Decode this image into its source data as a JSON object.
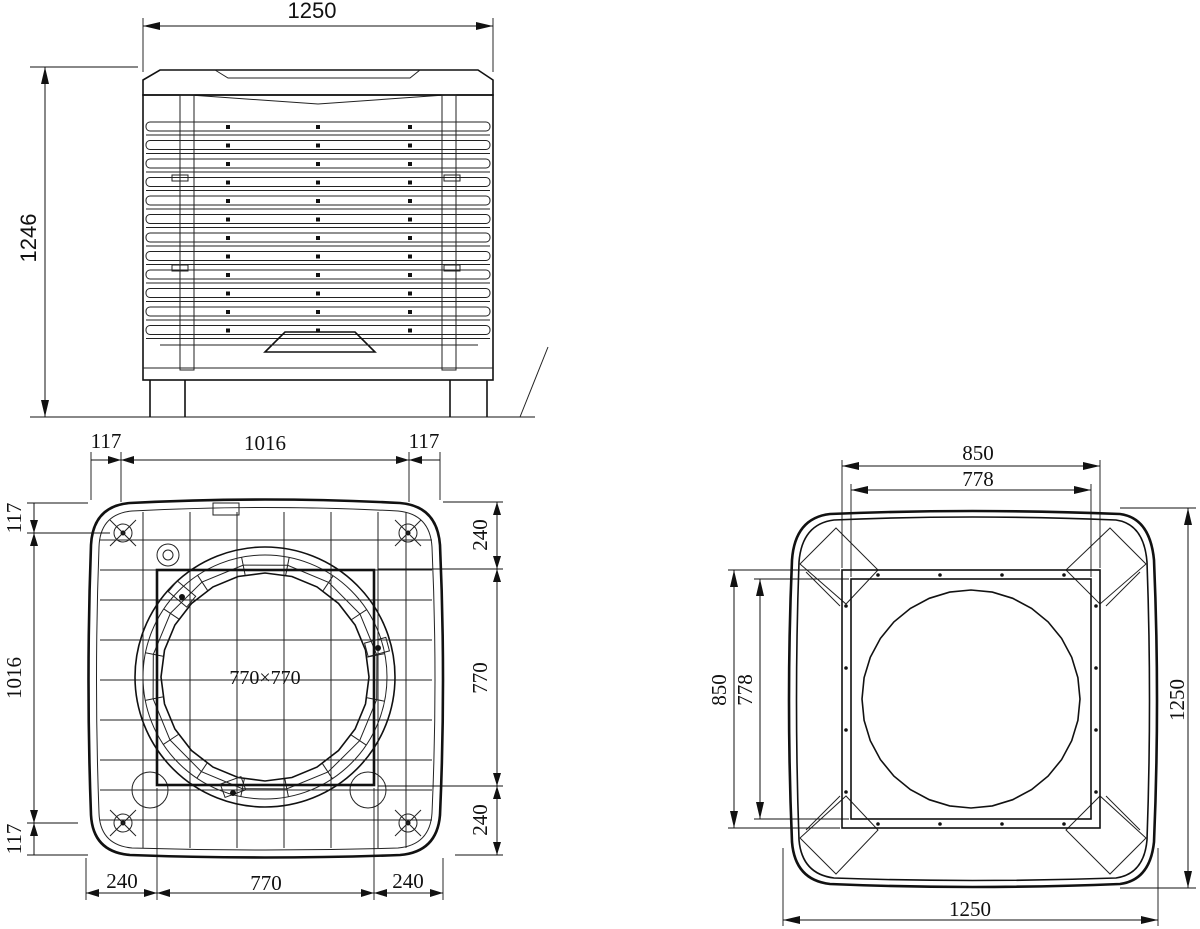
{
  "front_view": {
    "width_label": "1250",
    "height_label": "1246"
  },
  "bottom_view": {
    "top_left_offset": "117",
    "top_span": "1016",
    "top_right_offset": "117",
    "left_top_offset": "117",
    "left_span": "1016",
    "left_bottom_offset": "117",
    "right_top": "240",
    "right_mid": "770",
    "right_bottom": "240",
    "bottom_left": "240",
    "bottom_mid": "770",
    "bottom_right": "240",
    "opening_label": "770×770"
  },
  "top_view": {
    "outer_width": "850",
    "inner_width": "778",
    "left_outer": "850",
    "left_inner": "778",
    "right_height": "1250",
    "bottom_width": "1250"
  }
}
